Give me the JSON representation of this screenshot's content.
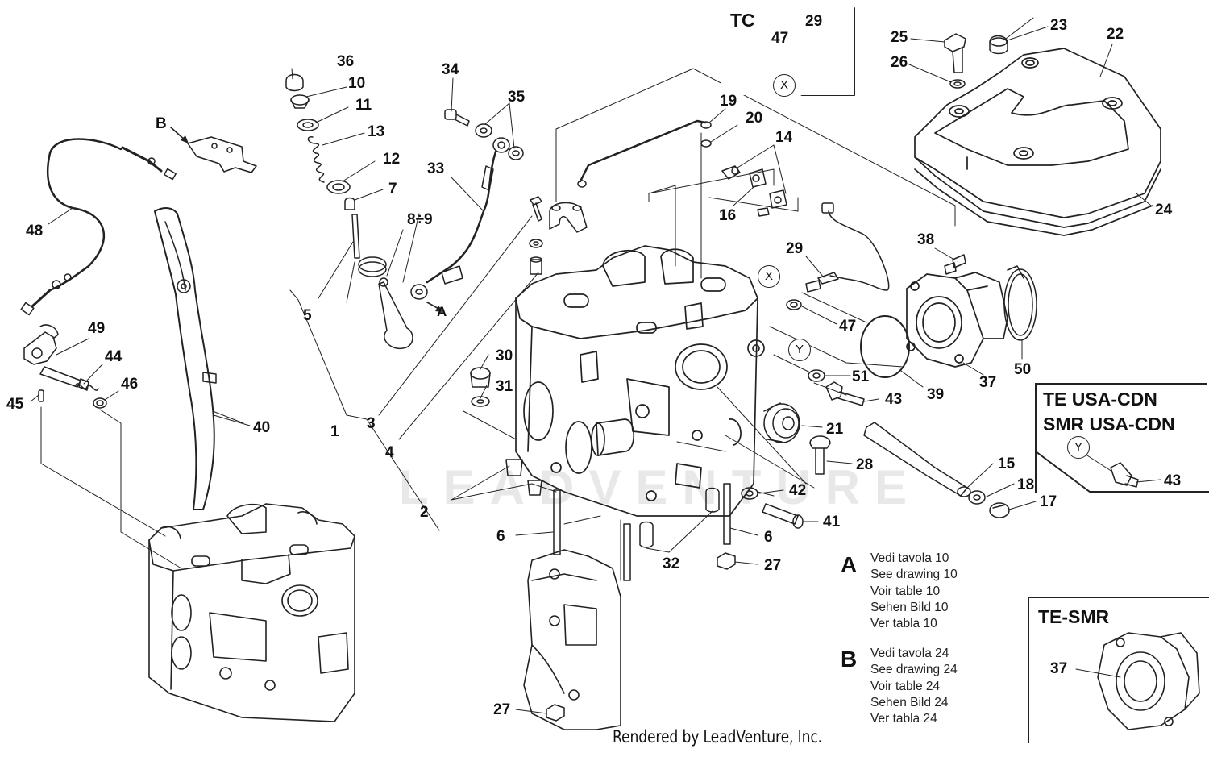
{
  "callouts": {
    "c1": "1",
    "c2": "2",
    "c3": "3",
    "c4": "4",
    "c5": "5",
    "c6a": "6",
    "c6b": "6",
    "c7": "7",
    "c8_9": "8÷9",
    "c10": "10",
    "c11": "11",
    "c12": "12",
    "c13": "13",
    "c14": "14",
    "c15": "15",
    "c16": "16",
    "c17": "17",
    "c18": "18",
    "c19": "19",
    "c20": "20",
    "c21": "21",
    "c22": "22",
    "c23": "23",
    "c24": "24",
    "c25": "25",
    "c26": "26",
    "c27a": "27",
    "c27b": "27",
    "c28": "28",
    "c29a": "29",
    "c29b": "29",
    "c30": "30",
    "c31": "31",
    "c32": "32",
    "c33": "33",
    "c34": "34",
    "c35": "35",
    "c36": "36",
    "c37a": "37",
    "c37b": "37",
    "c38": "38",
    "c39": "39",
    "c40": "40",
    "c41": "41",
    "c42": "42",
    "c43a": "43",
    "c43b": "43",
    "c44": "44",
    "c45": "45",
    "c46": "46",
    "c47a": "47",
    "c47b": "47",
    "c48": "48",
    "c49": "49",
    "c50": "50",
    "c51": "51",
    "cA": "A",
    "cB": "B"
  },
  "markers": {
    "x1": "X",
    "x2": "X",
    "y1": "Y",
    "y2": "Y"
  },
  "boxes": {
    "tc": {
      "title": "TC"
    },
    "te_usa": {
      "line1": "TE USA-CDN",
      "line2": "SMR USA-CDN"
    },
    "te_smr": {
      "title": "TE-SMR"
    }
  },
  "references": {
    "A": {
      "letter": "A",
      "lines": [
        "Vedi tavola 10",
        "See drawing 10",
        "Voir table 10",
        "Sehen Bild 10",
        "Ver tabla 10"
      ]
    },
    "B": {
      "letter": "B",
      "lines": [
        "Vedi tavola 24",
        "See drawing 24",
        "Voir table 24",
        "Sehen Bild 24",
        "Ver tabla 24"
      ]
    }
  },
  "footer": "Rendered by LeadVenture, Inc.",
  "watermark": "LEADVENTURE"
}
